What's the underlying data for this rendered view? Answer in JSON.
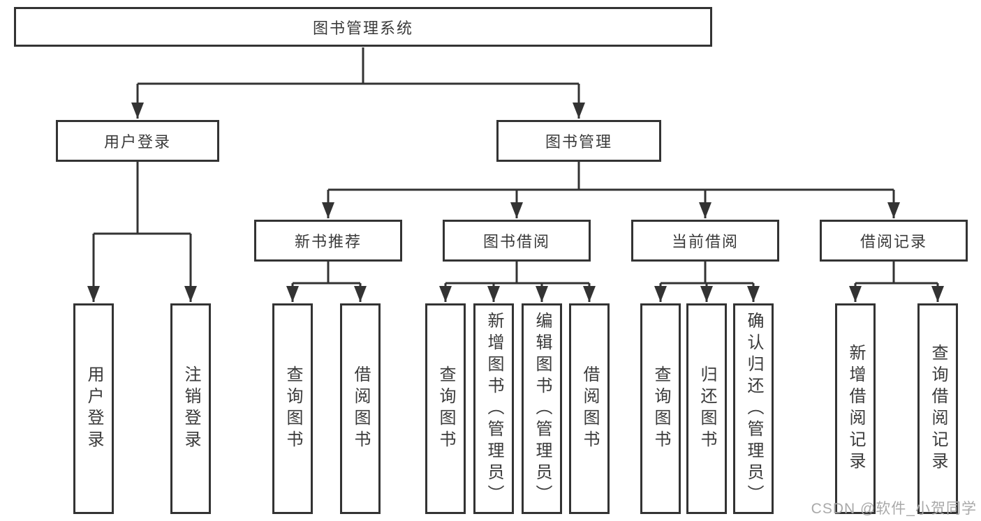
{
  "page": {
    "watermark": "CSDN @软件_小贺同学"
  },
  "tree": {
    "root": {
      "label": "图书管理系统"
    },
    "branches": [
      {
        "label": "用户登录",
        "children": [
          {
            "label": "用户登录"
          },
          {
            "label": "注销登录"
          }
        ]
      },
      {
        "label": "图书管理",
        "children": [
          {
            "label": "新书推荐",
            "children": [
              {
                "label": "查询图书"
              },
              {
                "label": "借阅图书"
              }
            ]
          },
          {
            "label": "图书借阅",
            "children": [
              {
                "label": "查询图书"
              },
              {
                "label": "新增图书（管理员）"
              },
              {
                "label": "编辑图书（管理员）"
              },
              {
                "label": "借阅图书"
              }
            ]
          },
          {
            "label": "当前借阅",
            "children": [
              {
                "label": "查询图书"
              },
              {
                "label": "归还图书"
              },
              {
                "label": "确认归还（管理员）"
              }
            ]
          },
          {
            "label": "借阅记录",
            "children": [
              {
                "label": "新增借阅记录"
              },
              {
                "label": "查询借阅记录"
              }
            ]
          }
        ]
      }
    ]
  }
}
